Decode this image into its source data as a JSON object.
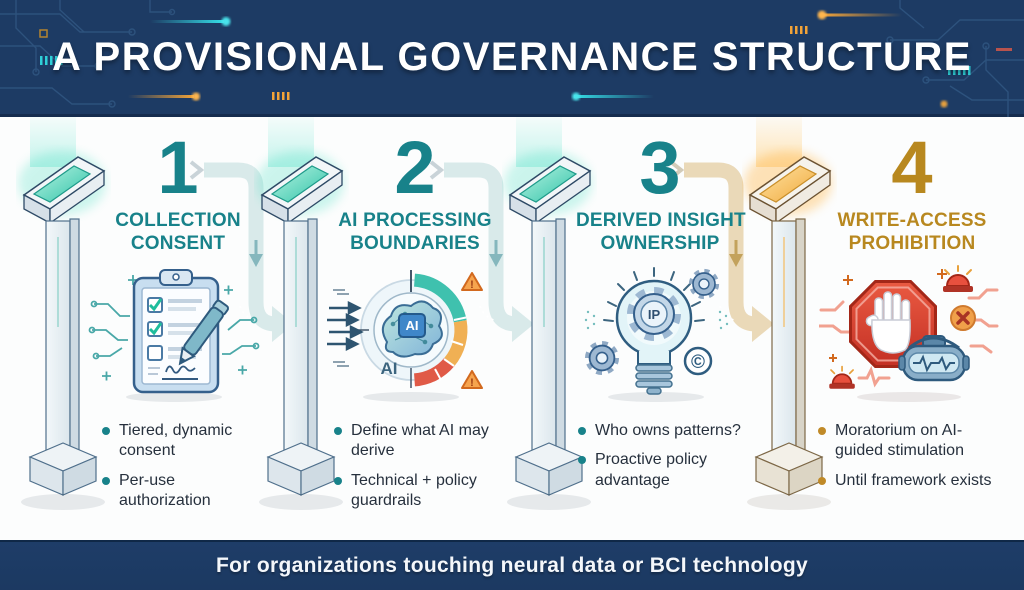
{
  "header": {
    "title": "A PROVISIONAL GOVERNANCE STRUCTURE"
  },
  "footer": {
    "text": "For organizations touching neural data or BCI technology"
  },
  "palette": {
    "navy": "#1d3b64",
    "teal_accent": "#18828a",
    "gold_accent": "#b8881f",
    "body_text": "#26303d",
    "connector_teal": "#d9eaea",
    "connector_tan": "#ead9b8"
  },
  "columns": [
    {
      "id": "collection-consent",
      "number": "1",
      "title_line1": "COLLECTION",
      "title_line2": "CONSENT",
      "icon": "clipboard-consent-icon",
      "bullets": [
        "Tiered, dynamic consent",
        "Per-use authorization"
      ]
    },
    {
      "id": "ai-processing-boundaries",
      "number": "2",
      "title_line1": "AI PROCESSING",
      "title_line2": "BOUNDARIES",
      "icon": "ai-brain-gauge-icon",
      "icon_labels": {
        "chip": "AI",
        "dial": "AI",
        "warning": "!"
      },
      "bullets": [
        "Define what AI may derive",
        "Technical + policy guardrails"
      ]
    },
    {
      "id": "derived-insight-ownership",
      "number": "3",
      "title_line1": "DERIVED INSIGHT",
      "title_line2": "OWNERSHIP",
      "icon": "ip-lightbulb-icon",
      "icon_labels": {
        "gear": "IP",
        "copyright": "©"
      },
      "bullets": [
        "Who owns patterns?",
        "Proactive policy advantage"
      ]
    },
    {
      "id": "write-access-prohibition",
      "number": "4",
      "title_line1": "WRITE-ACCESS",
      "title_line2": "PROHIBITION",
      "icon": "stop-hand-vr-icon",
      "bullets": [
        "Moratorium on AI-guided stimulation",
        "Until framework exists"
      ]
    }
  ]
}
